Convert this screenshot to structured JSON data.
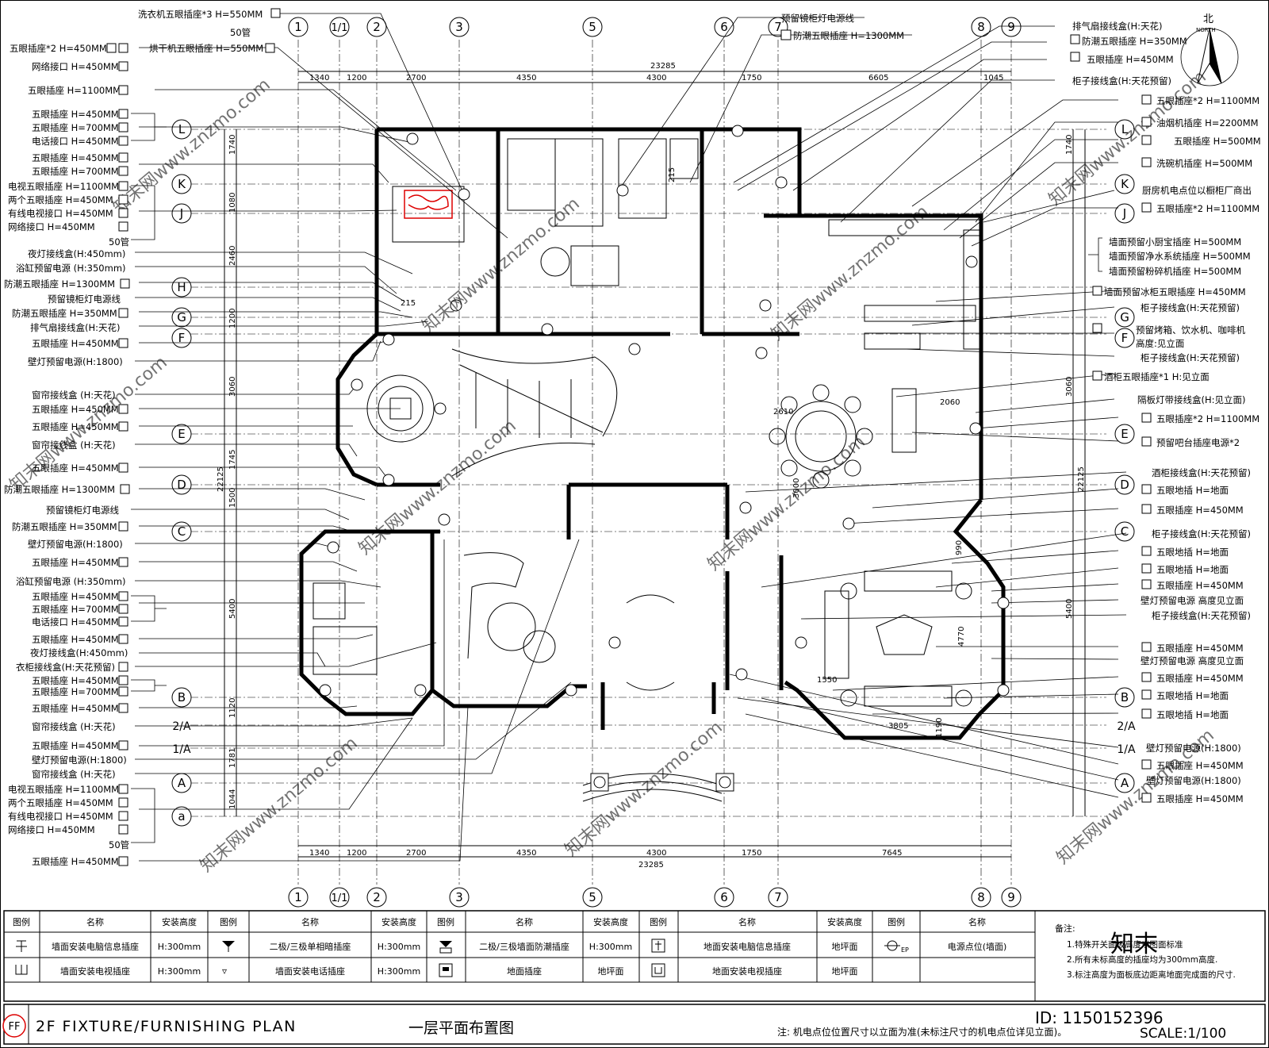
{
  "plan": {
    "grid_top": [
      {
        "label": "1"
      },
      {
        "label": "1/1"
      },
      {
        "label": "2"
      },
      {
        "label": "3"
      },
      {
        "label": "5"
      },
      {
        "label": "6"
      },
      {
        "label": "7"
      },
      {
        "label": "8"
      },
      {
        "label": "9"
      }
    ],
    "grid_rows": [
      {
        "label": "L"
      },
      {
        "label": "K"
      },
      {
        "label": "J"
      },
      {
        "label": "H"
      },
      {
        "label": "G"
      },
      {
        "label": "F"
      },
      {
        "label": "E"
      },
      {
        "label": "D"
      },
      {
        "label": "C"
      },
      {
        "label": "B"
      },
      {
        "label": "2/A"
      },
      {
        "label": "1/A"
      },
      {
        "label": "A"
      },
      {
        "label": "a"
      }
    ],
    "dims_top": [
      {
        "text": "1340"
      },
      {
        "text": "1200"
      },
      {
        "text": "2700"
      },
      {
        "text": "4350"
      },
      {
        "text": "4300"
      },
      {
        "text": "1750"
      },
      {
        "text": "6605"
      },
      {
        "text": "1045"
      }
    ],
    "dim_total_top": "23285",
    "dims_bottom": [
      {
        "text": "1340"
      },
      {
        "text": "1200"
      },
      {
        "text": "2700"
      },
      {
        "text": "4350"
      },
      {
        "text": "4300"
      },
      {
        "text": "1750"
      },
      {
        "text": "7645"
      }
    ],
    "dim_total_bottom": "23285",
    "dims_left": [
      {
        "text": "1740"
      },
      {
        "text": "1080"
      },
      {
        "text": "2460"
      },
      {
        "text": "1200"
      },
      {
        "text": "3060"
      },
      {
        "text": "1745"
      },
      {
        "text": "1500"
      },
      {
        "text": "5400"
      },
      {
        "text": "1120"
      },
      {
        "text": "1781"
      },
      {
        "text": "1044"
      }
    ],
    "dim_total_left": "22125",
    "north_label": "NORTH",
    "north_char": "北",
    "room_dims": [
      {
        "text": "215"
      },
      {
        "text": "215"
      },
      {
        "text": "2610"
      },
      {
        "text": "2060"
      },
      {
        "text": "3000"
      },
      {
        "text": "990"
      },
      {
        "text": "4770"
      },
      {
        "text": "1550"
      },
      {
        "text": "3805"
      },
      {
        "text": "1190"
      }
    ],
    "labels_left": [
      {
        "text": "洗衣机五眼插座*3 H=550MM"
      },
      {
        "text": "50管"
      },
      {
        "text": "五眼插座*2 H=450MM"
      },
      {
        "text": "烘干机五眼插座 H=550MM"
      },
      {
        "text": "网络接口 H=450MM"
      },
      {
        "text": "五眼插座 H=1100MM"
      },
      {
        "text": "五眼插座 H=450MM"
      },
      {
        "text": "五眼插座 H=700MM"
      },
      {
        "text": "电话接口 H=450MM"
      },
      {
        "text": "五眼插座 H=450MM"
      },
      {
        "text": "五眼插座 H=700MM"
      },
      {
        "text": "电视五眼插座 H=1100MM"
      },
      {
        "text": "两个五眼插座 H=450MM"
      },
      {
        "text": "有线电视接口 H=450MM"
      },
      {
        "text": "网络接口 H=450MM"
      },
      {
        "text": "50管"
      },
      {
        "text": "夜灯接线盒(H:450mm)"
      },
      {
        "text": "浴缸预留电源 (H:350mm)"
      },
      {
        "text": "防潮五眼插座 H=1300MM"
      },
      {
        "text": "预留镜柜灯电源线"
      },
      {
        "text": "防潮五眼插座 H=350MM"
      },
      {
        "text": "排气扇接线盒(H:天花)"
      },
      {
        "text": "五眼插座 H=450MM"
      },
      {
        "text": "壁灯预留电源(H:1800)"
      },
      {
        "text": "窗帘接线盒 (H:天花)"
      },
      {
        "text": "五眼插座 H=450MM"
      },
      {
        "text": "五眼插座 H=450MM"
      },
      {
        "text": "窗帘接线盒 (H:天花)"
      },
      {
        "text": "五眼插座 H=450MM"
      },
      {
        "text": "防潮五眼插座 H=1300MM"
      },
      {
        "text": "预留镜柜灯电源线"
      },
      {
        "text": "防潮五眼插座 H=350MM"
      },
      {
        "text": "壁灯预留电源(H:1800)"
      },
      {
        "text": "五眼插座 H=450MM"
      },
      {
        "text": "浴缸预留电源 (H:350mm)"
      },
      {
        "text": "五眼插座 H=450MM"
      },
      {
        "text": "五眼插座 H=700MM"
      },
      {
        "text": "电话接口 H=450MM"
      },
      {
        "text": "五眼插座 H=450MM"
      },
      {
        "text": "夜灯接线盒(H:450mm)"
      },
      {
        "text": "衣柜接线盒(H:天花预留)"
      },
      {
        "text": "五眼插座 H=450MM"
      },
      {
        "text": "五眼插座 H=700MM"
      },
      {
        "text": "五眼插座 H=450MM"
      },
      {
        "text": "窗帘接线盒 (H:天花)"
      },
      {
        "text": "五眼插座 H=450MM"
      },
      {
        "text": "壁灯预留电源(H:1800)"
      },
      {
        "text": "窗帘接线盒 (H:天花)"
      },
      {
        "text": "电视五眼插座 H=1100MM"
      },
      {
        "text": "两个五眼插座 H=450MM"
      },
      {
        "text": "有线电视接口 H=450MM"
      },
      {
        "text": "网络接口 H=450MM"
      },
      {
        "text": "50管"
      },
      {
        "text": "五眼插座 H=450MM"
      }
    ],
    "labels_top": [
      {
        "text": "预留镜柜灯电源线"
      },
      {
        "text": "防潮五眼插座 H=1300MM"
      }
    ],
    "labels_right": [
      {
        "text": "排气扇接线盒(H:天花)"
      },
      {
        "text": "防潮五眼插座 H=350MM"
      },
      {
        "text": "五眼插座 H=450MM"
      },
      {
        "text": "柜子接线盒(H:天花预留)"
      },
      {
        "text": "五眼插座*2 H=1100MM"
      },
      {
        "text": "油烟机插座 H=2200MM"
      },
      {
        "text": "五眼插座 H=500MM"
      },
      {
        "text": "洗碗机插座 H=500MM"
      },
      {
        "text": "厨房机电点位以橱柜厂商出"
      },
      {
        "text": "五眼插座*2 H=1100MM"
      },
      {
        "text": "墙面预留小厨宝插座 H=500MM"
      },
      {
        "text": "墙面预留净水系统插座 H=500MM"
      },
      {
        "text": "墙面预留粉碎机插座 H=500MM"
      },
      {
        "text": "墙面预留冰柜五眼插座 H=450MM"
      },
      {
        "text": "柜子接线盒(H:天花预留)"
      },
      {
        "text": "预留烤箱、饮水机、咖啡机"
      },
      {
        "text": "高度:见立面"
      },
      {
        "text": "柜子接线盒(H:天花预留)"
      },
      {
        "text": "酒柜五眼插座*1 H:见立面"
      },
      {
        "text": "隔板灯带接线盒(H:见立面)"
      },
      {
        "text": "五眼插座*2 H=1100MM"
      },
      {
        "text": "预留吧台插座电源*2"
      },
      {
        "text": "酒柜接线盒(H:天花预留)"
      },
      {
        "text": "五眼地插 H=地面"
      },
      {
        "text": "五眼插座 H=450MM"
      },
      {
        "text": "柜子接线盒(H:天花预留)"
      },
      {
        "text": "五眼地插 H=地面"
      },
      {
        "text": "五眼地插 H=地面"
      },
      {
        "text": "五眼插座 H=450MM"
      },
      {
        "text": "壁灯预留电源 高度见立面"
      },
      {
        "text": "柜子接线盒(H:天花预留)"
      },
      {
        "text": "五眼插座 H=450MM"
      },
      {
        "text": "壁灯预留电源 高度见立面"
      },
      {
        "text": "五眼插座 H=450MM"
      },
      {
        "text": "五眼地插 H=地面"
      },
      {
        "text": "五眼地插 H=地面"
      },
      {
        "text": "壁灯预留电源(H:1800)"
      },
      {
        "text": "五眼插座 H=450MM"
      },
      {
        "text": "壁灯预留电源(H:1800)"
      },
      {
        "text": "五眼插座 H=450MM"
      }
    ],
    "watermark": "知末网www.znzmo.com"
  },
  "legend": {
    "headers": [
      "图例",
      "名称",
      "安装高度",
      "图例",
      "名称",
      "安装高度",
      "图例",
      "名称",
      "安装高度",
      "图例",
      "名称",
      "安装高度",
      "图例",
      "名称"
    ],
    "rows": [
      [
        "墙面安装电脑信息插座",
        "H:300mm",
        "二极/三极单相暗插座",
        "H:300mm",
        "二极/三极墙面防潮插座",
        "H:300mm",
        "地面安装电脑信息插座",
        "地坪面",
        "电源点位(墙面)"
      ],
      [
        "墙面安装电视插座",
        "H:300mm",
        "墙面安装电话插座",
        "H:300mm",
        "地面插座",
        "地坪面",
        "地面安装电视插座",
        "地坪面"
      ]
    ],
    "ep_mark": "EP",
    "notes_title": "备注:",
    "notes": [
      "1.特殊开关面板高度以图面标准",
      "2.所有未标高度的插座均为300mm高度.",
      "3.标注高度为面板底边距离地面完成面的尺寸."
    ]
  },
  "title": {
    "badge": "FF",
    "english": "2F FIXTURE/FURNISHING PLAN",
    "chinese": "一层平面布置图",
    "note": "注: 机电点位位置尺寸以立面为准(未标注尺寸的机电点位详见立面)。",
    "scale": "SCALE:1/100",
    "id_text": "ID: 1150152396",
    "brand": "知末"
  }
}
